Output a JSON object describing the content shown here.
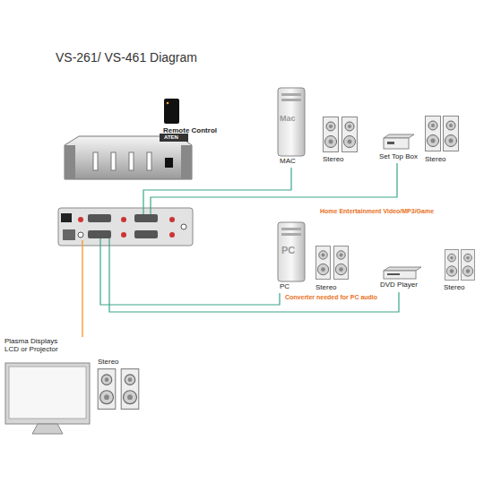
{
  "diagram": {
    "title": "VS-261/ VS-461 Diagram",
    "nodes": [
      {
        "text": [
          "ATEN"
        ]
      },
      {
        "text": [
          "Remote Control"
        ]
      },
      {
        "text": [
          "Mac",
          "MAC"
        ]
      },
      {
        "text": [
          "Set Top Box"
        ]
      },
      {
        "text": [
          "PC",
          "PC"
        ]
      },
      {
        "text": [
          "DVD Player"
        ]
      },
      {
        "text": [
          "Plasma Displays LCD or Projector"
        ]
      }
    ],
    "edges": [
      {
        "from": 0,
        "to": 2,
        "arrow": "none"
      },
      {
        "from": 0,
        "to": 3,
        "arrow": "none"
      },
      {
        "from": 0,
        "to": 4,
        "arrow": "none"
      },
      {
        "from": 0,
        "to": 5,
        "arrow": "none"
      },
      {
        "from": 0,
        "to": 6,
        "arrow": "none"
      }
    ],
    "labels": [
      "Stereo",
      "Stereo",
      "Stereo",
      "Stereo",
      "Stereo",
      "Home Entertainment Video/MP3/Game",
      "Converter needed for PC audio"
    ]
  }
}
